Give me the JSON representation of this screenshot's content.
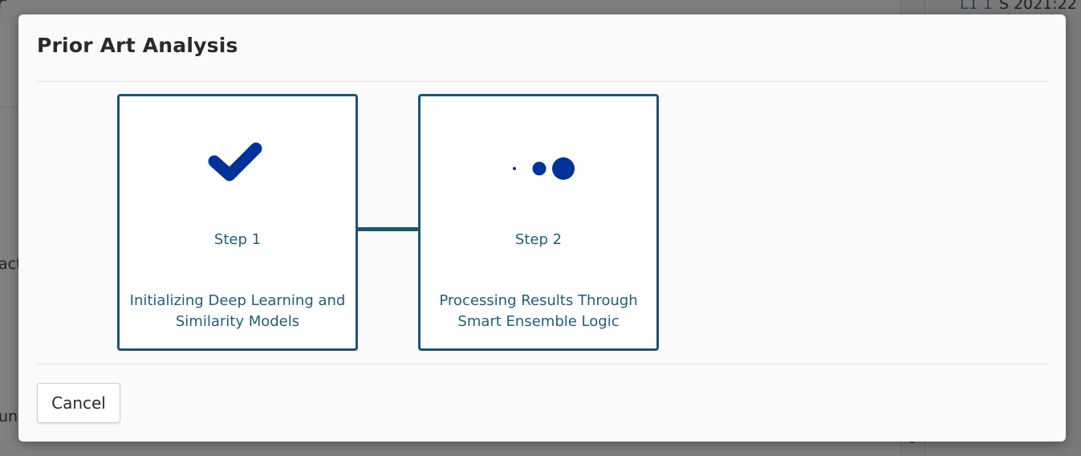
{
  "background": {
    "heading_line_1": "r",
    "heading_line_2": "r",
    "right_panel_code": "L1  1",
    "right_panel_text": "S 2021:22",
    "fragment_left_mid": "act",
    "fragment_left_bottom": "un",
    "fragment_right_bottom": "6"
  },
  "modal": {
    "title": "Prior Art Analysis",
    "steps": [
      {
        "label": "Step 1",
        "description": "Initializing Deep Learning and Similarity Models",
        "status": "complete",
        "icon": "checkmark-icon"
      },
      {
        "label": "Step 2",
        "description": "Processing Results Through Smart Ensemble Logic",
        "status": "in-progress",
        "icon": "loading-dots-icon"
      }
    ],
    "cancel_label": "Cancel"
  },
  "colors": {
    "accent_border": "#1b5673",
    "step_text": "#1f5e7e",
    "icon_fill": "#003399"
  }
}
